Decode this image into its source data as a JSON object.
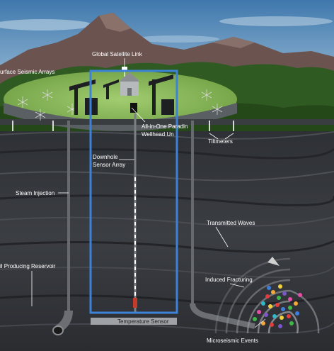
{
  "labels": {
    "satellite": "Global Satellite Link",
    "surface_arrays": "urface Seismic Arrays",
    "wellhead_1": "All-in-One Paradin",
    "wellhead_2": "Wellhead Un",
    "tiltmeters": "Tiltmeters",
    "downhole_1": "Downhole",
    "downhole_2": "Sensor Array",
    "steam": "Steam Injection",
    "transmitted": "Transmitted Waves",
    "reservoir": "il Producing Reservoir",
    "fracturing": "Induced Fracturing",
    "temperature": "Temperature Sensor",
    "microseismic": "Microseismic Events"
  },
  "colors": {
    "sky": "#8fb6d3",
    "mountain": "#6b5450",
    "grass": "#8ab85a",
    "trees": "#2f5a22",
    "rock": "#3a3d42",
    "highlight_box": "#3d82d6"
  }
}
